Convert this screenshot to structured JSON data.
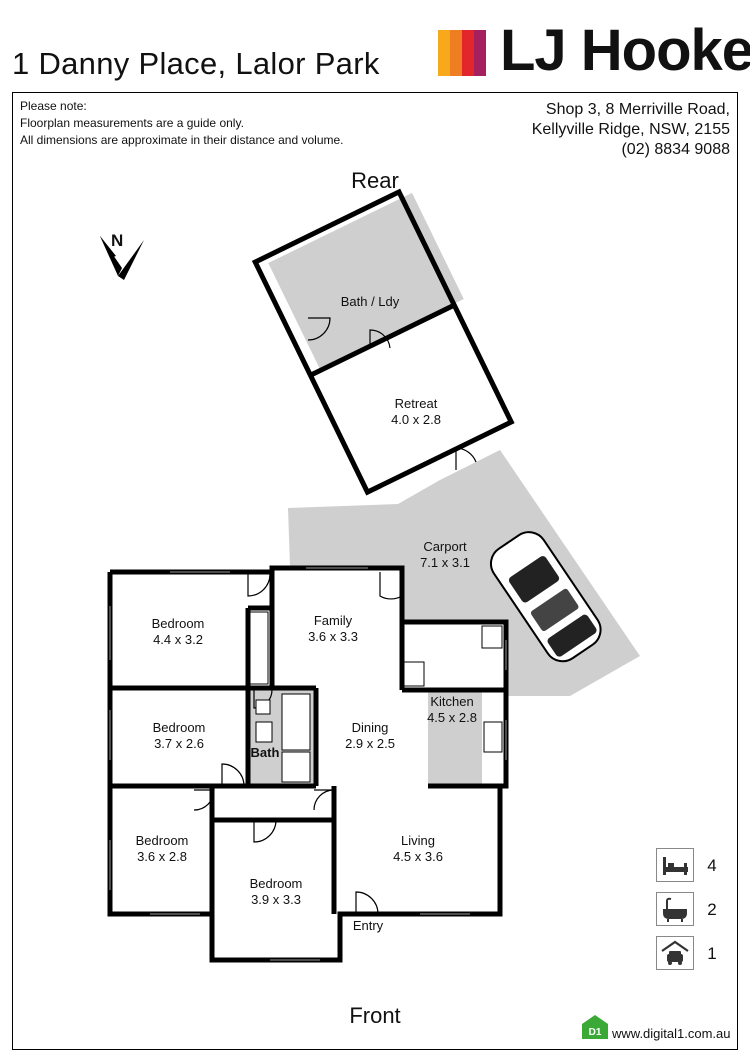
{
  "header": {
    "address": "1 Danny Place, Lalor Park",
    "brand": "LJ Hooker",
    "brand_colors": [
      "#f7a81b",
      "#ef7d22",
      "#e3262b",
      "#a5205e"
    ]
  },
  "note": {
    "heading": "Please note:",
    "line1": "Floorplan measurements are a guide only.",
    "line2": "All dimensions are approximate in their distance and volume."
  },
  "office": {
    "line1": "Shop 3, 8 Merriville Road,",
    "line2": "Kellyville Ridge, NSW, 2155",
    "phone": "(02) 8834 9088"
  },
  "orientation": {
    "rear": "Rear",
    "front": "Front",
    "north": "N"
  },
  "rooms": {
    "bath_ldy": {
      "name": "Bath / Ldy"
    },
    "retreat": {
      "name": "Retreat",
      "size": "4.0 x 2.8"
    },
    "carport": {
      "name": "Carport",
      "size": "7.1 x 3.1"
    },
    "bedroom1": {
      "name": "Bedroom",
      "size": "4.4 x 3.2"
    },
    "family": {
      "name": "Family",
      "size": "3.6 x 3.3"
    },
    "kitchen": {
      "name": "Kitchen",
      "size": "4.5 x 2.8"
    },
    "bedroom2": {
      "name": "Bedroom",
      "size": "3.7 x 2.6"
    },
    "bath": {
      "name": "Bath"
    },
    "dining": {
      "name": "Dining",
      "size": "2.9 x 2.5"
    },
    "bedroom3": {
      "name": "Bedroom",
      "size": "3.6 x 2.8"
    },
    "bedroom4": {
      "name": "Bedroom",
      "size": "3.9 x 3.3"
    },
    "living": {
      "name": "Living",
      "size": "4.5 x 3.6"
    },
    "entry": {
      "name": "Entry"
    }
  },
  "stats": {
    "bedrooms": {
      "icon": "bed-icon",
      "value": "4"
    },
    "bathrooms": {
      "icon": "bathtub-icon",
      "value": "2"
    },
    "parking": {
      "icon": "garage-car-icon",
      "value": "1"
    }
  },
  "footer": {
    "website": "www.digital1.com.au",
    "badge": "D1"
  }
}
